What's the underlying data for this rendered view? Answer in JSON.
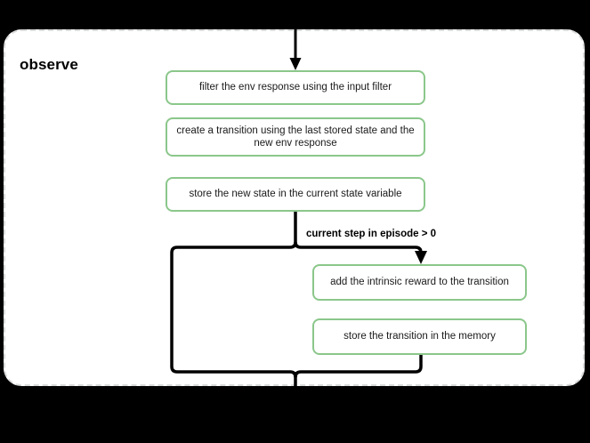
{
  "diagram": {
    "type": "flowchart",
    "title": "observe",
    "background_color": "#000000",
    "container": {
      "label": "observe",
      "border_style": "dashed",
      "border_color": "#d9dadb",
      "fill_color": "#ffffff"
    },
    "node_style": {
      "border_color": "#8bc78b",
      "fill_color": "#ffffff",
      "text_color": "#1a1a1a"
    },
    "nodes": [
      {
        "id": "n1",
        "label": "filter the env response using the input filter"
      },
      {
        "id": "n2",
        "label": "create a transition using the last stored state and the new env response"
      },
      {
        "id": "n3",
        "label": "store the new state in the current state variable"
      },
      {
        "id": "n4",
        "label": "add the intrinsic reward to the transition"
      },
      {
        "id": "n5",
        "label": "store the transition in the memory"
      }
    ],
    "edges": [
      {
        "from": "entry",
        "to": "n1",
        "label": "",
        "arrow": true
      },
      {
        "from": "n3",
        "to": "branch",
        "label": "",
        "arrow": false
      },
      {
        "from": "branch",
        "to": "n4",
        "label": "current step in episode > 0",
        "arrow": true
      },
      {
        "from": "branch",
        "to": "bypass",
        "label": "",
        "arrow": false
      },
      {
        "from": "n5",
        "to": "merge",
        "label": "",
        "arrow": false
      },
      {
        "from": "merge",
        "to": "exit",
        "label": "",
        "arrow": false
      }
    ],
    "labels": {
      "branch_condition": "current step in episode > 0"
    }
  }
}
